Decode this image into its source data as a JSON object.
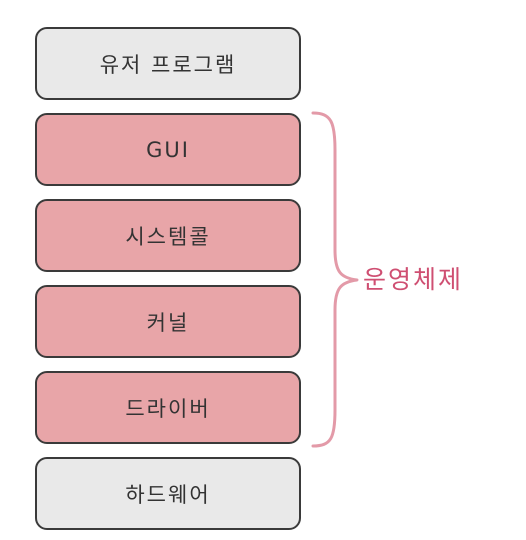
{
  "layers": [
    {
      "label": "유저 프로그램",
      "tone": "gray"
    },
    {
      "label": "GUI",
      "tone": "pink"
    },
    {
      "label": "시스템콜",
      "tone": "pink"
    },
    {
      "label": "커널",
      "tone": "pink"
    },
    {
      "label": "드라이버",
      "tone": "pink"
    },
    {
      "label": "하드웨어",
      "tone": "gray"
    }
  ],
  "group_label": "운영체제",
  "colors": {
    "os_layer_fill": "#e8a5a8",
    "other_layer_fill": "#e9e9e9",
    "border": "#3a3a3a",
    "brace_and_label": "#cf4f72"
  }
}
